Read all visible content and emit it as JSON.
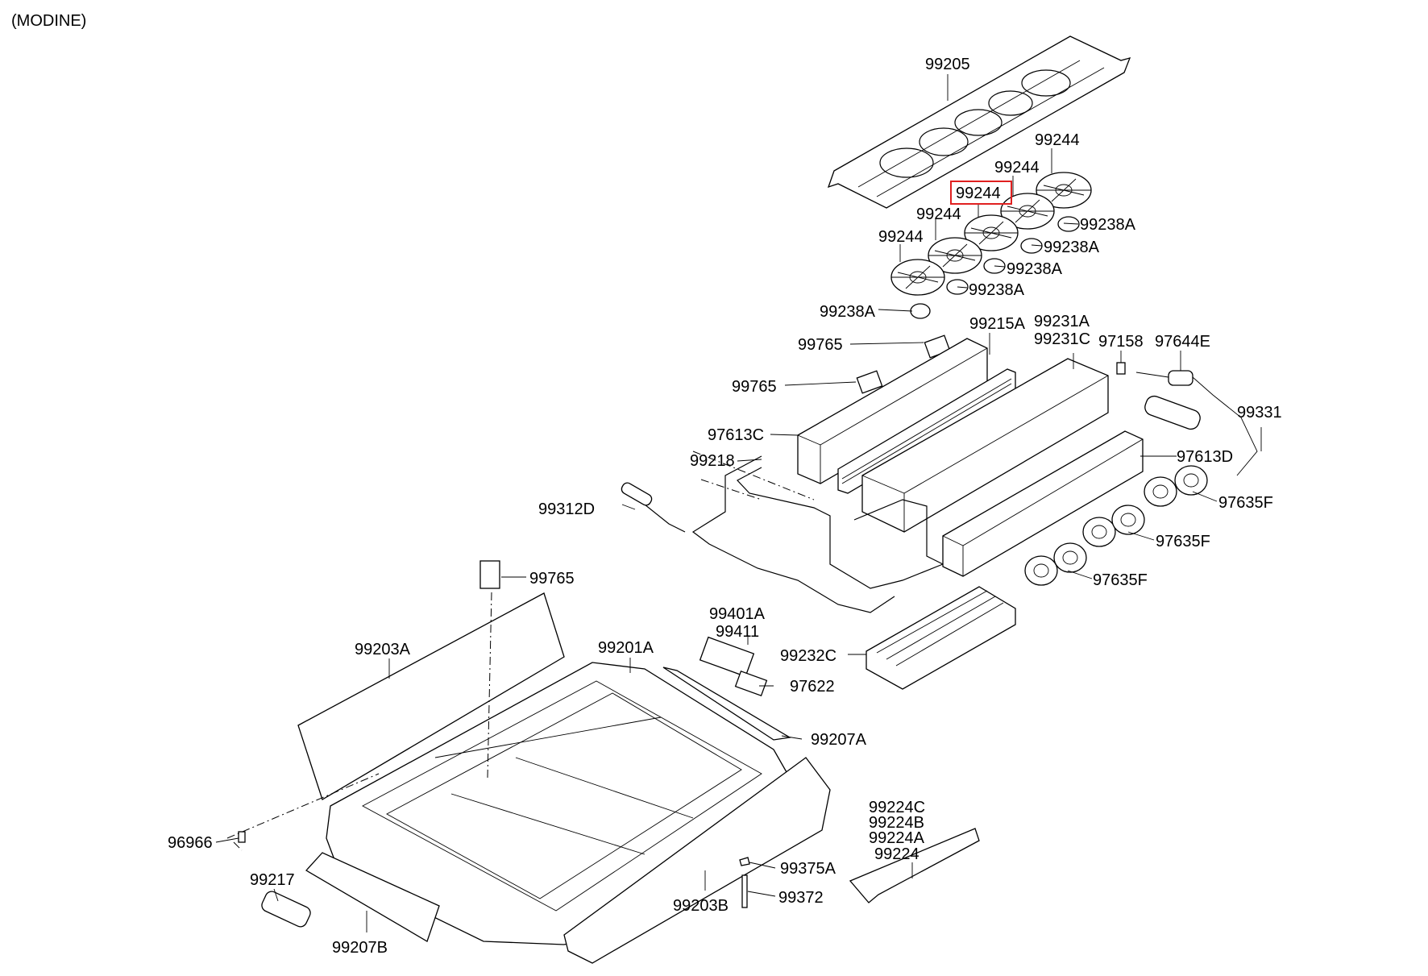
{
  "header": {
    "manufacturer": "(MODINE)"
  },
  "highlight_color": "#e02020",
  "labels": {
    "p99205": "99205",
    "p99244_a": "99244",
    "p99244_b": "99244",
    "p99244_c": "99244",
    "p99244_d": "99244",
    "p99244_e": "99244",
    "p99238A_a": "99238A",
    "p99238A_b": "99238A",
    "p99238A_c": "99238A",
    "p99238A_d": "99238A",
    "p99238A_e": "99238A",
    "p99765_a": "99765",
    "p99765_b": "99765",
    "p99765_c": "99765",
    "p99215A": "99215A",
    "p99231A": "99231A",
    "p99231C": "99231C",
    "p97158": "97158",
    "p97644E": "97644E",
    "p99331": "99331",
    "p97613C": "97613C",
    "p97613D": "97613D",
    "p99218": "99218",
    "p99312D": "99312D",
    "p97635F_a": "97635F",
    "p97635F_b": "97635F",
    "p97635F_c": "97635F",
    "p99401A": "99401A",
    "p99411": "99411",
    "p99232C": "99232C",
    "p97622": "97622",
    "p99203A": "99203A",
    "p99201A": "99201A",
    "p99207A": "99207A",
    "p96966": "96966",
    "p99217": "99217",
    "p99207B": "99207B",
    "p99203B": "99203B",
    "p99375A": "99375A",
    "p99372": "99372",
    "p99224C": "99224C",
    "p99224B": "99224B",
    "p99224A": "99224A",
    "p99224": "99224"
  }
}
